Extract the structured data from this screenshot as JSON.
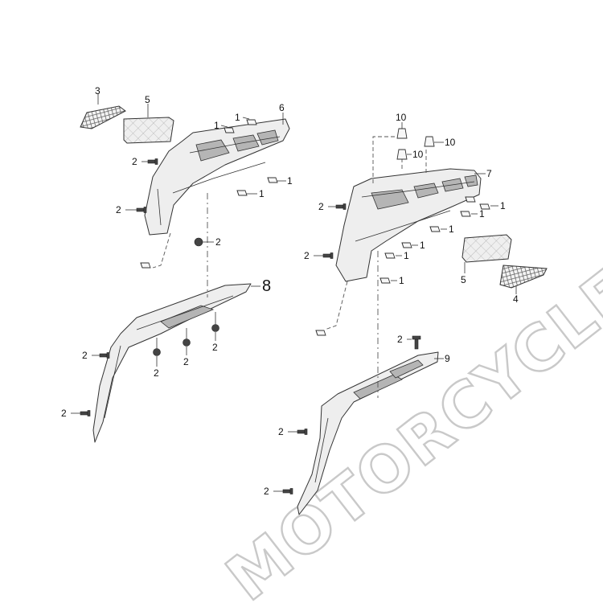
{
  "diagram": {
    "watermark": "MOTORCYCLEDOCTOR",
    "callouts": {
      "n1": "1",
      "n2": "2",
      "n3": "3",
      "n4": "4",
      "n5": "5",
      "n6": "6",
      "n7": "7",
      "n8": "8",
      "n9": "9",
      "n10": "10"
    }
  }
}
